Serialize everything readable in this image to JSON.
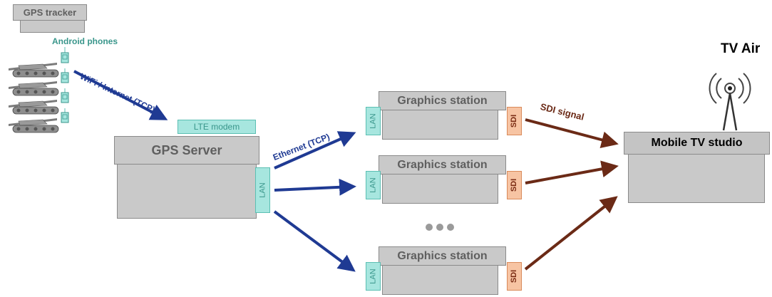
{
  "labels": {
    "gps_tracker": "GPS tracker",
    "android_phones": "Android phones",
    "wifi": "WiFi / Internet (TCP)",
    "lte_modem": "LTE modem",
    "gps_server": "GPS Server",
    "lan": "LAN",
    "ethernet": "Ethernet (TCP)",
    "graphics_station": "Graphics station",
    "sdi": "SDI",
    "sdi_signal": "SDI signal",
    "mobile_tv_studio": "Mobile TV studio",
    "tv_air": "TV Air"
  },
  "colors": {
    "box_gray": "#c9c9c9",
    "teal": "#a7e6df",
    "teal_text": "#39968b",
    "blue_arrow": "#1f3a93",
    "brown_arrow": "#6b2a16",
    "sdi_fill": "#f7c4a3"
  },
  "icons": [
    "tank-icon",
    "phone-icon",
    "broadcast-antenna-icon",
    "ellipsis-icon"
  ]
}
